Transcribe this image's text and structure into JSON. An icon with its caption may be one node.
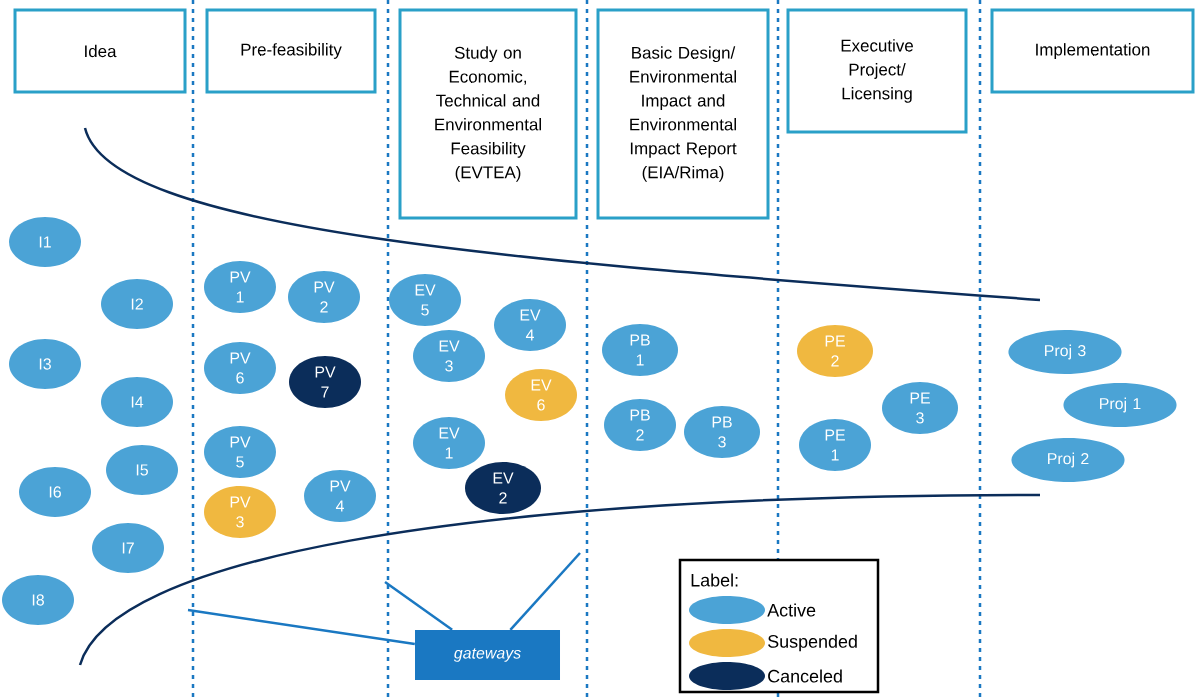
{
  "diagram": {
    "nodes": [
      {
        "text": [
          "Idea"
        ]
      },
      {
        "text": [
          "Pre-feasibility"
        ]
      },
      {
        "text": [
          "Study on Economic, Technical and Environmental Feasibility (EVTEA)"
        ]
      },
      {
        "text": [
          "Basic Design/ Environmental Impact and Environmental Impact Report (EIA/Rima)"
        ]
      },
      {
        "text": [
          "Executive Project/ Licensing"
        ]
      },
      {
        "text": [
          "Implementation"
        ]
      },
      {
        "text": [
          "I1"
        ]
      },
      {
        "text": [
          "I2"
        ]
      },
      {
        "text": [
          "I3"
        ]
      },
      {
        "text": [
          "I4"
        ]
      },
      {
        "text": [
          "I5"
        ]
      },
      {
        "text": [
          "I6"
        ]
      },
      {
        "text": [
          "I7"
        ]
      },
      {
        "text": [
          "I8"
        ]
      },
      {
        "text": [
          "PV 1"
        ]
      },
      {
        "text": [
          "PV 2"
        ]
      },
      {
        "text": [
          "PV 6"
        ]
      },
      {
        "text": [
          "PV 7"
        ]
      },
      {
        "text": [
          "PV 5"
        ]
      },
      {
        "text": [
          "PV 3"
        ]
      },
      {
        "text": [
          "PV 4"
        ]
      },
      {
        "text": [
          "EV 5"
        ]
      },
      {
        "text": [
          "EV 4"
        ]
      },
      {
        "text": [
          "EV 3"
        ]
      },
      {
        "text": [
          "EV 6"
        ]
      },
      {
        "text": [
          "EV 1"
        ]
      },
      {
        "text": [
          "EV 2"
        ]
      },
      {
        "text": [
          "PB 1"
        ]
      },
      {
        "text": [
          "PB 2"
        ]
      },
      {
        "text": [
          "PB 3"
        ]
      },
      {
        "text": [
          "PE 2"
        ]
      },
      {
        "text": [
          "PE 3"
        ]
      },
      {
        "text": [
          "PE 1"
        ]
      },
      {
        "text": [
          "Proj 3"
        ]
      },
      {
        "text": [
          "Proj 1"
        ]
      },
      {
        "text": [
          "Proj 2"
        ]
      },
      {
        "text": [
          "gateways"
        ]
      }
    ],
    "edges": [
      {
        "from": 36,
        "to": null,
        "arrow": "none"
      },
      {
        "from": 36,
        "to": null,
        "arrow": "none"
      },
      {
        "from": 36,
        "to": null,
        "arrow": "none"
      }
    ],
    "labels": [
      "Label:"
    ],
    "legend": [
      {
        "text": "Active",
        "color": "#4ba3d6"
      },
      {
        "text": "Suspended",
        "color": "#f0b840"
      },
      {
        "text": "Canceled",
        "color": "#0b2d5a"
      }
    ]
  }
}
